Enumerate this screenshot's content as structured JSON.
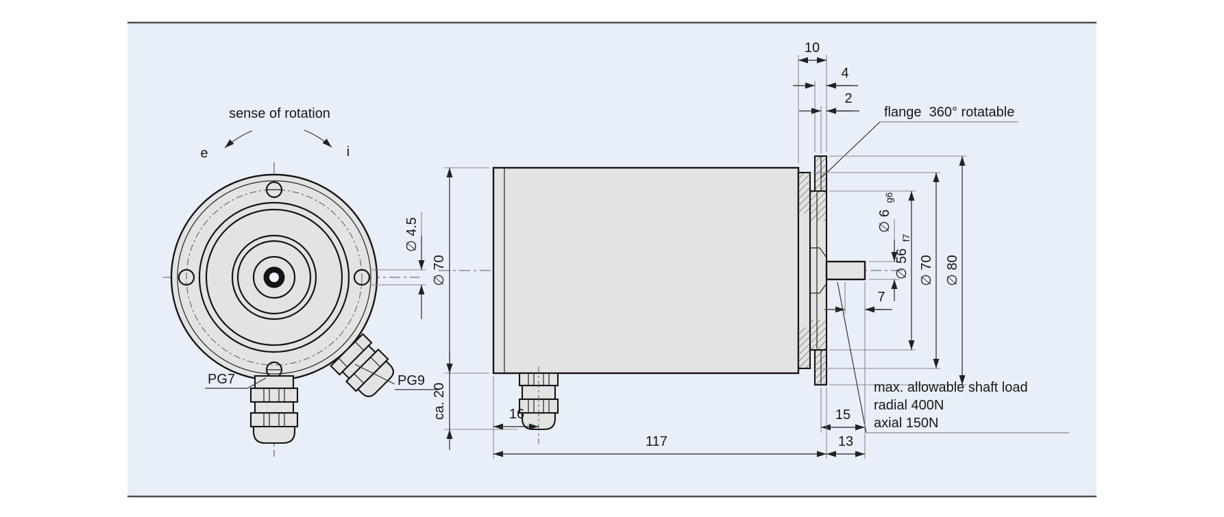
{
  "drawing": {
    "title_hint": "rotary encoder dimensional drawing",
    "colors": {
      "panel": "#e9eff9",
      "part": "#e3e3e3",
      "outline": "#141414"
    },
    "front_view": {
      "title": "sense of rotation",
      "dir_left": "e",
      "dir_right": "i",
      "hole_diameter": "∅ 4.5",
      "gland_bottom_label": "PG7",
      "gland_angled_label": "PG9"
    },
    "side_view": {
      "flange_note": "flange  360° rotatable",
      "dims": {
        "flange_depth": "10",
        "tab_width": "4",
        "tab_lip": "2",
        "body_diameter": "∅ 70",
        "gland_height": "ca. 20",
        "shaft_diameter": "∅ 6",
        "shaft_fit": "g6",
        "spigot_diameter": "∅ 56",
        "spigot_fit": "f7",
        "flange_diameter": "∅ 70",
        "flange_outer_diameter": "∅ 80",
        "clamp_length": "7",
        "gland_offset": "16",
        "body_length": "117",
        "shaft_length": "13",
        "front_length": "15"
      },
      "shaft_load": {
        "line1": "max. allowable shaft load",
        "line2": "radial 400N",
        "line3": "axial 150N"
      }
    }
  }
}
